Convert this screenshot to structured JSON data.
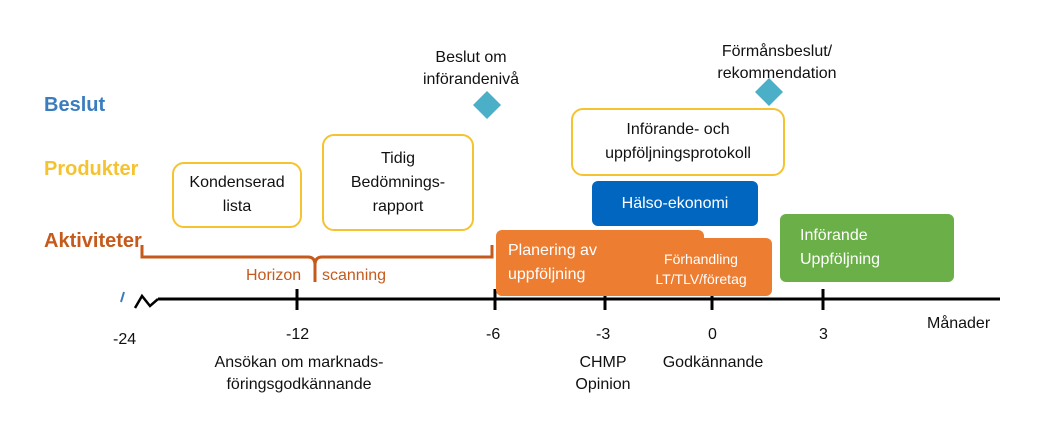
{
  "rows": {
    "decision": "Beslut",
    "products": "Produkter",
    "activities": "Aktiviteter"
  },
  "decisions": {
    "implementation_level": "Beslut om införandenivå",
    "benefit_decision": "Förmånsbeslut/ rekommendation"
  },
  "products": {
    "condensed_list": "Kondenserad lista",
    "early_assessment": "Tidig Bedömnings-rapport",
    "protocol": "Införande- och uppföljningsprotokoll"
  },
  "activities": {
    "health_economics": "Hälso-ekonomi",
    "planning": "Planering av uppföljning",
    "negotiation": "Förhandling LT/TLV/företag",
    "implementation": "Införande Uppföljning",
    "horizon_scanning_left": "Horizon",
    "horizon_scanning_right": "scanning"
  },
  "timeline": {
    "unit": "Månader",
    "ticks": [
      "-24",
      "-12",
      "-6",
      "-3",
      "0",
      "3"
    ],
    "tick_notes": {
      "m12": "Ansökan om marknads-föringsgodkännande",
      "m3": "CHMP Opinion",
      "zero": "Godkännande"
    }
  },
  "colors": {
    "decision": "#3A7DBF",
    "products": "#F5C330",
    "activities": "#C55A1C",
    "diamond": "#4BAFC8",
    "blue_box": "#0066C0",
    "orange_box": "#ED7D31",
    "green_box": "#6AAF47",
    "axis": "#000000"
  }
}
